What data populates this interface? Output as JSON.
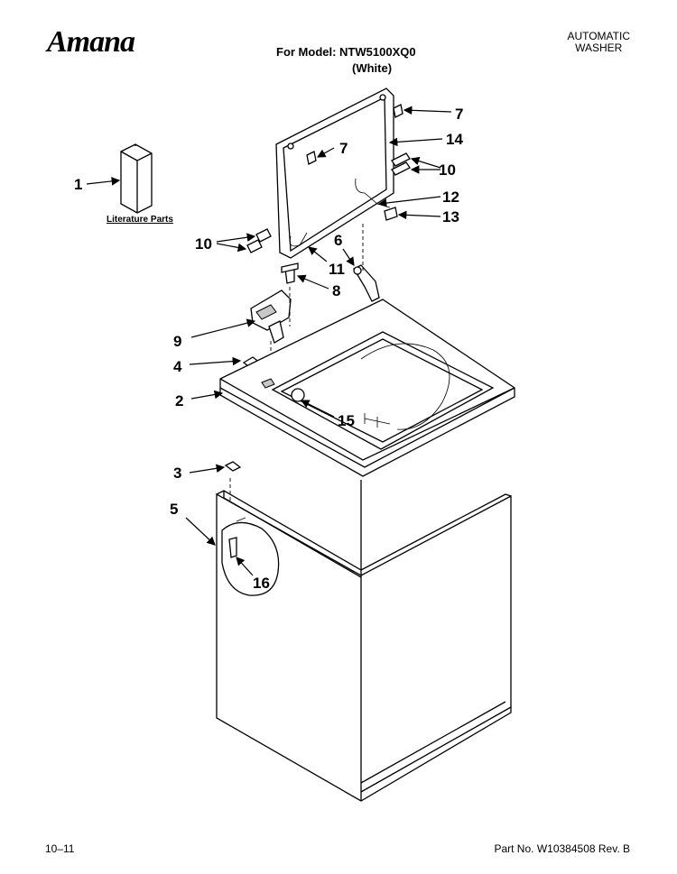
{
  "header": {
    "brand": "Amana",
    "model_line": "For Model: NTW5100XQ0",
    "color_line": "(White)",
    "product_type": "AUTOMATIC\nWASHER"
  },
  "diagram": {
    "literature_label": "Literature Parts",
    "callouts": [
      "1",
      "2",
      "3",
      "4",
      "5",
      "6",
      "7",
      "7",
      "8",
      "9",
      "10",
      "10",
      "11",
      "12",
      "13",
      "14",
      "15",
      "16"
    ]
  },
  "footer": {
    "date_code": "10–11",
    "part_number": "Part No. W10384508 Rev. B"
  },
  "colors": {
    "ink": "#000000",
    "paper": "#ffffff",
    "shade": "#c8c8c8"
  }
}
